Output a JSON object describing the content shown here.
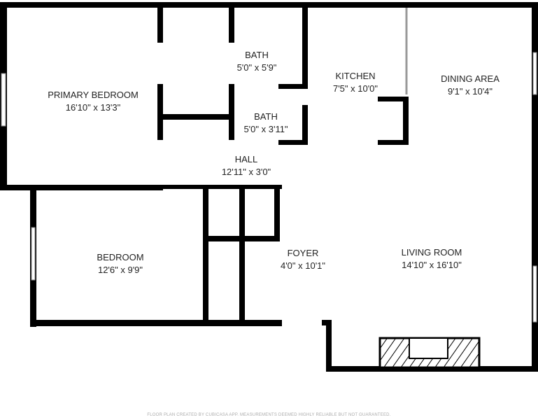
{
  "rooms": {
    "primary_bedroom": {
      "name": "PRIMARY BEDROOM",
      "size": "16'10\" x 13'3\""
    },
    "bath1": {
      "name": "BATH",
      "size": "5'0\" x 5'9\""
    },
    "bath2": {
      "name": "BATH",
      "size": "5'0\" x 3'11\""
    },
    "kitchen": {
      "name": "KITCHEN",
      "size": "7'5\" x 10'0\""
    },
    "dining": {
      "name": "DINING AREA",
      "size": "9'1\" x 10'4\""
    },
    "hall": {
      "name": "HALL",
      "size": "12'11\" x 3'0\""
    },
    "bedroom": {
      "name": "BEDROOM",
      "size": "12'6\" x 9'9\""
    },
    "foyer": {
      "name": "FOYER",
      "size": "4'0\" x 10'1\""
    },
    "living": {
      "name": "LIVING ROOM",
      "size": "14'10\" x 16'10\""
    }
  },
  "footer": "FLOOR PLAN CREATED BY CUBICASA APP. MEASUREMENTS DEEMED HIGHLY RELIABLE BUT NOT GUARANTEED."
}
